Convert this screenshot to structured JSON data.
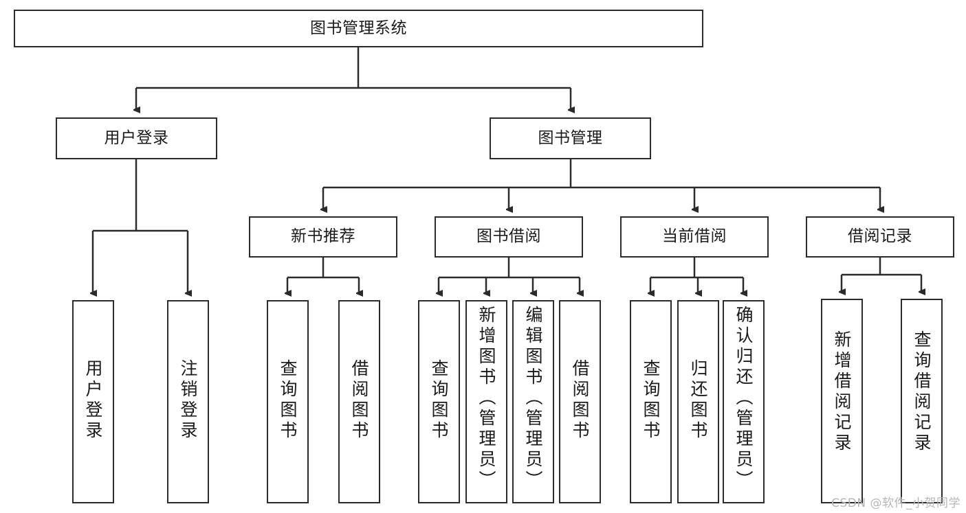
{
  "diagram": {
    "title": "图书管理系统",
    "type": "tree-hierarchy",
    "watermark": "CSDN @软件_小贺同学",
    "root": {
      "label": "图书管理系统"
    },
    "level2": [
      {
        "label": "用户登录"
      },
      {
        "label": "图书管理"
      }
    ],
    "level3": [
      {
        "label": "新书推荐"
      },
      {
        "label": "图书借阅"
      },
      {
        "label": "当前借阅"
      },
      {
        "label": "借阅记录"
      }
    ],
    "leaves": {
      "user_login": [
        {
          "label": "用户登录"
        },
        {
          "label": "注销登录"
        }
      ],
      "new_book_recommend": [
        {
          "label": "查询图书"
        },
        {
          "label": "借阅图书"
        }
      ],
      "book_borrow": [
        {
          "label": "查询图书"
        },
        {
          "label": "新增图书（管理员）"
        },
        {
          "label": "编辑图书（管理员）"
        },
        {
          "label": "借阅图书"
        }
      ],
      "current_borrow": [
        {
          "label": "查询图书"
        },
        {
          "label": "归还图书"
        },
        {
          "label": "确认归还（管理员）"
        }
      ],
      "borrow_record": [
        {
          "label": "新增借阅记录"
        },
        {
          "label": "查询借阅记录"
        }
      ]
    },
    "colors": {
      "stroke": "#2b2b2b",
      "fill": "#ffffff",
      "text": "#1a1a1a",
      "watermark": "#b6b6b6"
    }
  }
}
